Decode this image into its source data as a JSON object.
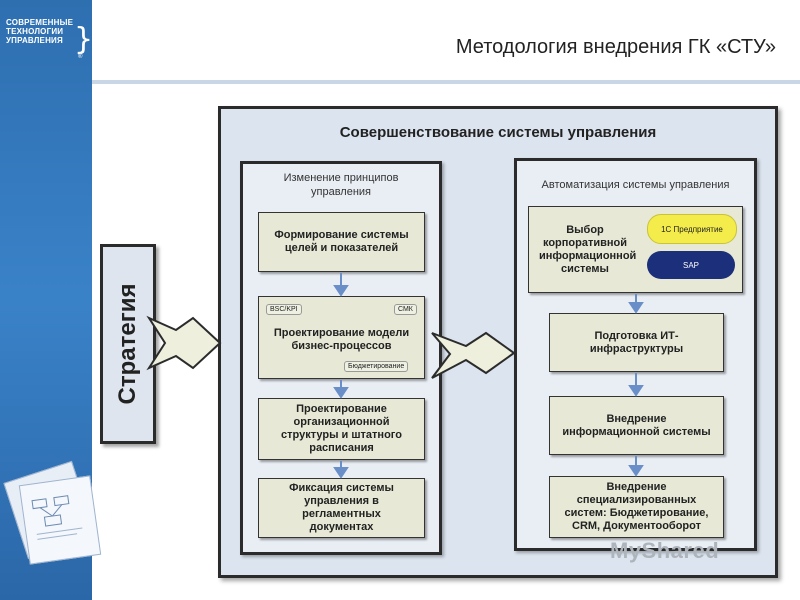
{
  "logo": {
    "lines": [
      "СОВРЕМЕННЫЕ",
      "ТЕХНОЛОГИИ",
      "УПРАВЛЕНИЯ"
    ],
    "reg": "®"
  },
  "title": "Методология внедрения ГК «СТУ»",
  "strategy": "Стратегия",
  "outer_title": "Совершенствование системы управления",
  "left_panel": {
    "title": "Изменение принципов\nуправления",
    "boxes": [
      "Формирование системы\nцелей и показателей",
      "Проектирование модели\nбизнес-процессов",
      "Проектирование\nорганизационной\nструктуры и штатного\nрасписания",
      "Фиксация системы\nуправления в\nрегламентных\nдокументах"
    ],
    "tags": {
      "bsc": "BSC/KPI",
      "smk": "СМК",
      "budget": "Бюджетирование"
    }
  },
  "right_panel": {
    "title": "Автоматизация системы управления",
    "boxes": [
      "Выбор\nкорпоративной\nинформационной\nсистемы",
      "Подготовка ИТ-\nинфраструктуры",
      "Внедрение\nинформационной системы",
      "Внедрение\nспециализированных\nсистем: Бюджетирование,\nCRM, Документооборот"
    ],
    "pills": {
      "onec": "1С Предприятие",
      "sap": "SAP"
    }
  },
  "watermark": "MyShared",
  "colors": {
    "sidebar": "#3a82c8",
    "box_fill": "#e7e9d6",
    "panel_fill": "#e9eef5",
    "arrow": "#6a8fc8",
    "sap_pill": "#1c2f7a",
    "onec_pill": "#f3ec4a"
  }
}
